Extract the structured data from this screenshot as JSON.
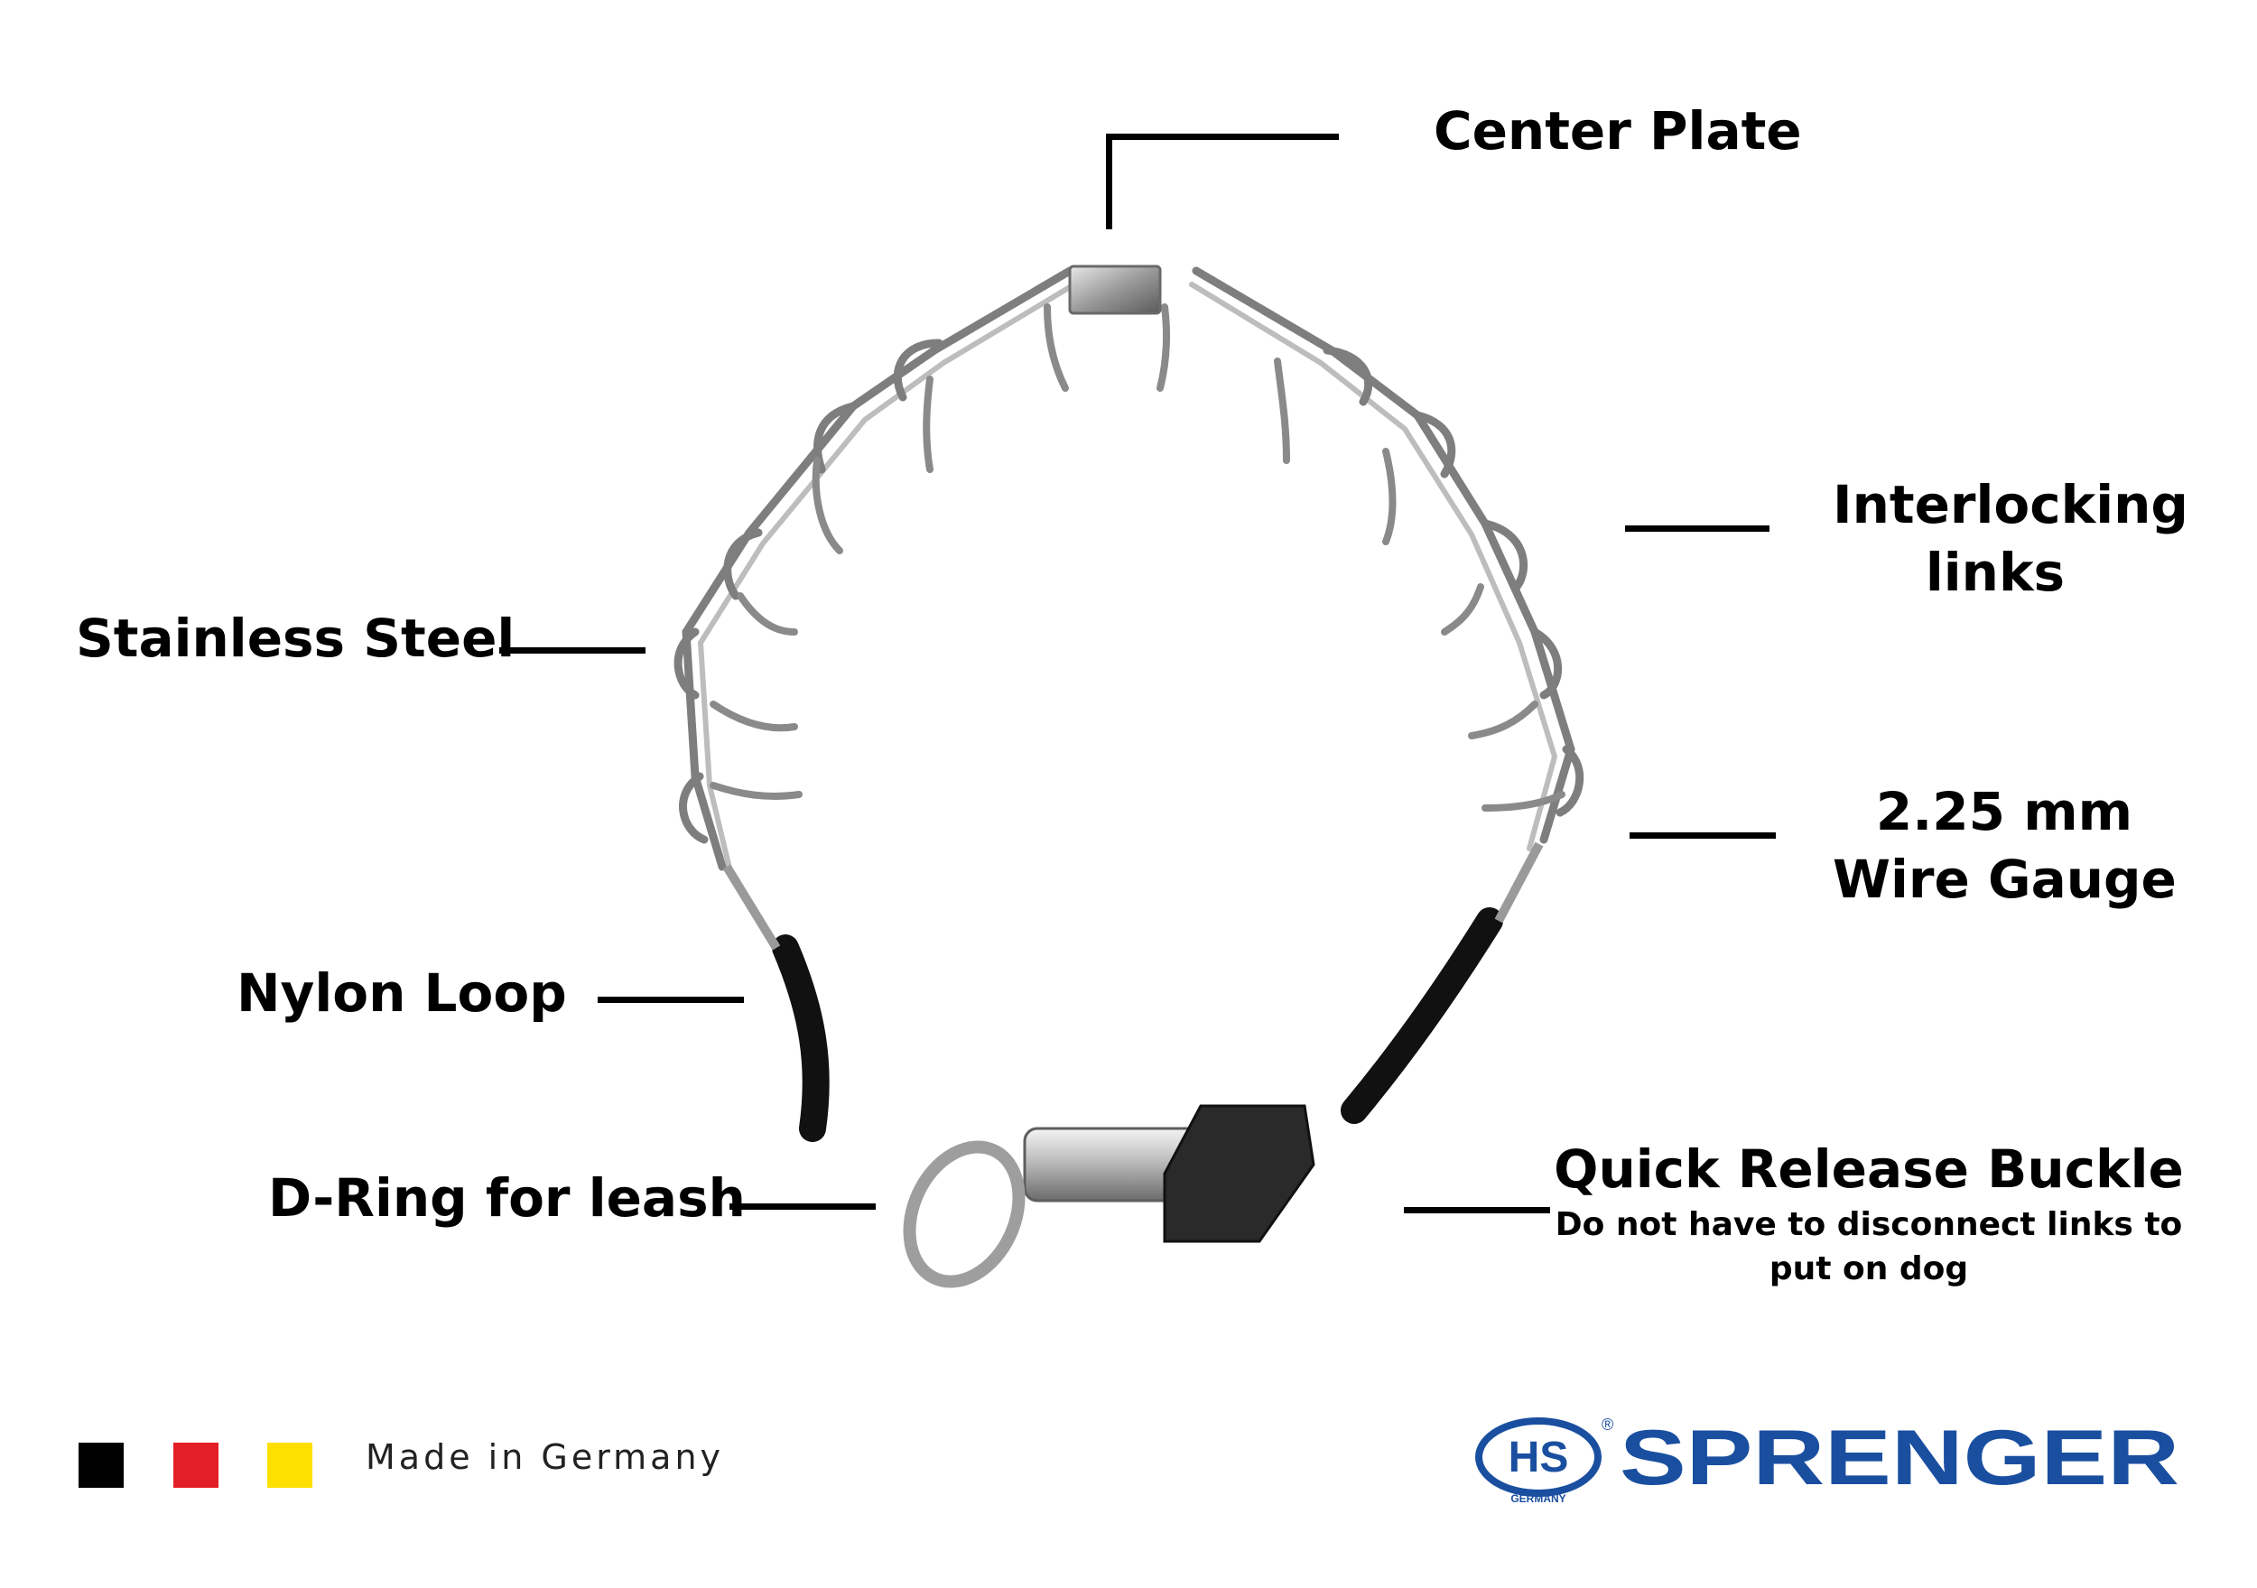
{
  "labels": {
    "center_plate": "Center Plate",
    "interlocking_line1": "Interlocking",
    "interlocking_line2": "links",
    "stainless": "Stainless Steel",
    "gauge_line1": "2.25 mm",
    "gauge_line2": "Wire Gauge",
    "nylon": "Nylon Loop",
    "dring": "D-Ring for leash",
    "buckle_title": "Quick Release Buckle",
    "buckle_sub1": "Do not have to disconnect links to",
    "buckle_sub2": "put on dog"
  },
  "footer": {
    "made_in": "Made in Germany",
    "flag_colors": [
      "#000000",
      "#e41e26",
      "#fde000"
    ]
  },
  "brand": {
    "badge": "HS",
    "badge_sub": "GERMANY",
    "name": "SPRENGER",
    "registered": "®",
    "color": "#1a4fa0"
  },
  "product_image": {
    "icon": "prong-collar-photo"
  }
}
